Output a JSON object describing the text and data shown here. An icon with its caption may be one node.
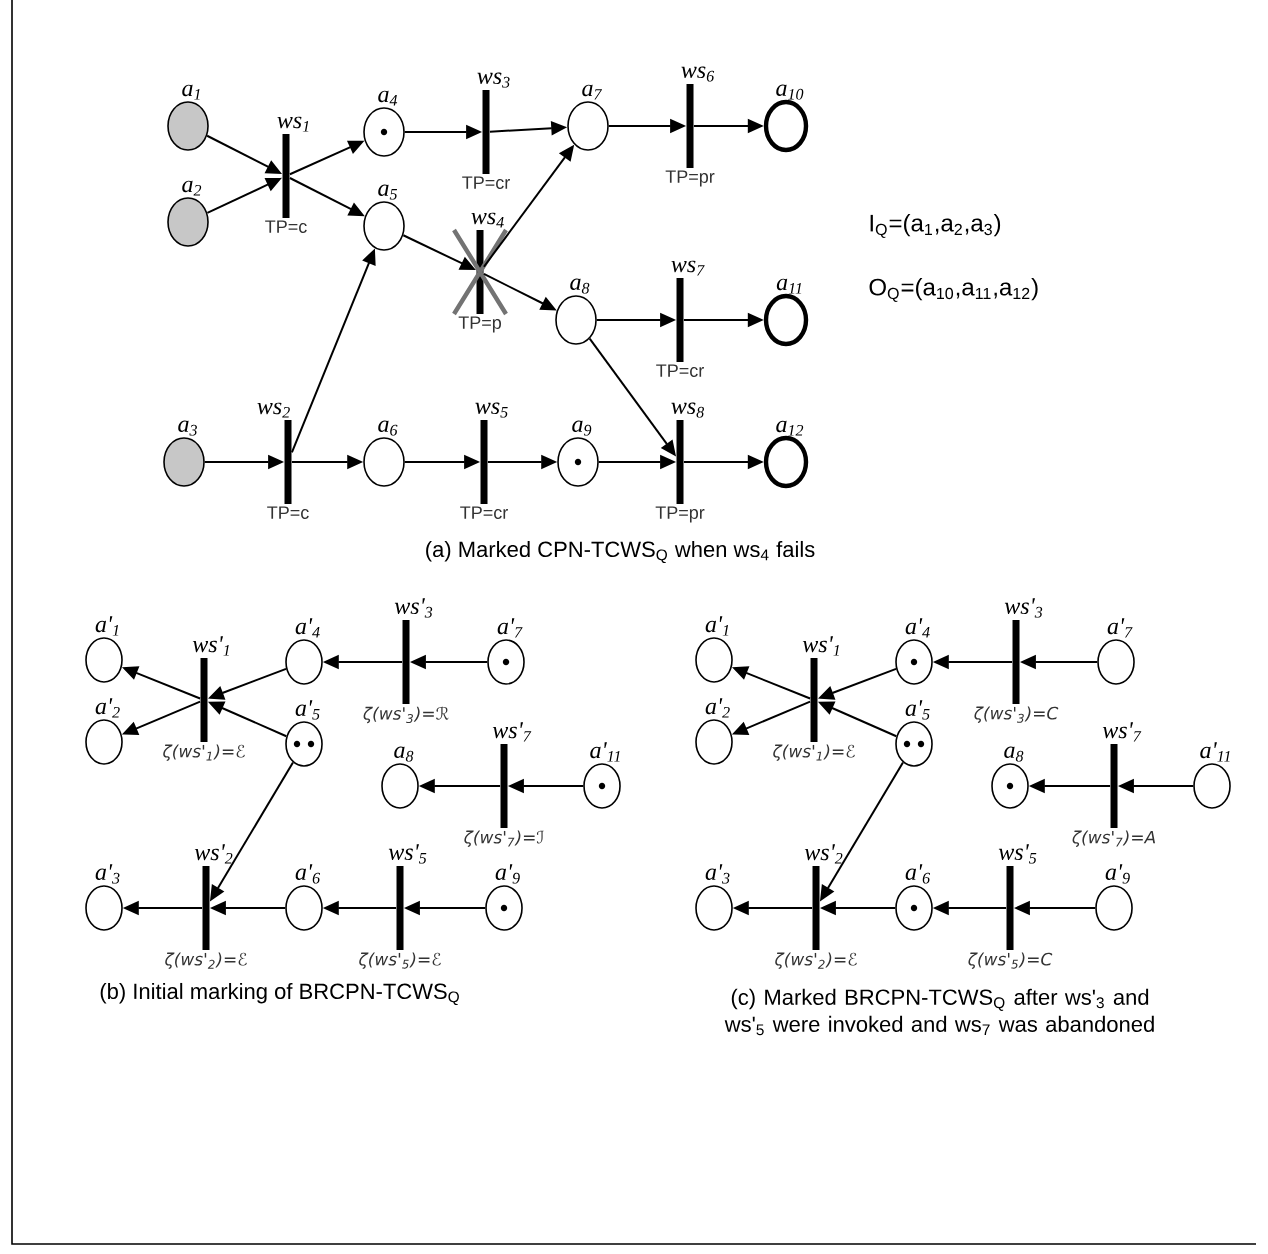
{
  "diagram": {
    "nodes": [
      {
        "text": [
          "a$_{1}$"
        ]
      },
      {
        "text": [
          "a$_{2}$"
        ]
      },
      {
        "text": [
          "a$_{3}$"
        ]
      },
      {
        "text": [
          "ws$_{1}$",
          "TP=c"
        ]
      },
      {
        "text": [
          "ws$_{2}$",
          "TP=c"
        ]
      },
      {
        "text": [
          "a$_{4}$"
        ]
      },
      {
        "text": [
          "a$_{5}$"
        ]
      },
      {
        "text": [
          "a$_{6}$"
        ]
      },
      {
        "text": [
          "ws$_{3}$",
          "TP=cr"
        ]
      },
      {
        "text": [
          "ws$_{4}$",
          "TP=p"
        ]
      },
      {
        "text": [
          "ws$_{5}$",
          "TP=cr"
        ]
      },
      {
        "text": [
          "a$_{7}$"
        ]
      },
      {
        "text": [
          "a$_{8}$"
        ]
      },
      {
        "text": [
          "a$_{9}$"
        ]
      },
      {
        "text": [
          "ws$_{6}$",
          "TP=pr"
        ]
      },
      {
        "text": [
          "ws$_{7}$",
          "TP=cr"
        ]
      },
      {
        "text": [
          "ws$_{8}$",
          "TP=pr"
        ]
      },
      {
        "text": [
          "a$_{10}$"
        ]
      },
      {
        "text": [
          "a$_{11}$"
        ]
      },
      {
        "text": [
          "a$_{12}$"
        ]
      },
      {
        "text": [
          "a'$_{1}$"
        ]
      },
      {
        "text": [
          "a'$_{2}$"
        ]
      },
      {
        "text": [
          "a'$_{3}$"
        ]
      },
      {
        "text": [
          "ws'$_{1}$",
          "ζ(ws'$_{1}$)=ℰ"
        ]
      },
      {
        "text": [
          "ws'$_{2}$",
          "ζ(ws'$_{2}$)=ℰ"
        ]
      },
      {
        "text": [
          "a'$_{4}$"
        ]
      },
      {
        "text": [
          "a'$_{5}$"
        ]
      },
      {
        "text": [
          "a'$_{6}$"
        ]
      },
      {
        "text": [
          "a$_{8}$"
        ]
      },
      {
        "text": [
          "ws'$_{3}$",
          "ζ(ws'$_{3}$)=ℛ"
        ]
      },
      {
        "text": [
          "ws'$_{5}$",
          "ζ(ws'$_{5}$)=ℰ"
        ]
      },
      {
        "text": [
          "ws'$_{7}$",
          "ζ(ws'$_{7}$)=ℐ"
        ]
      },
      {
        "text": [
          "a'$_{7}$"
        ]
      },
      {
        "text": [
          "a'$_{9}$"
        ]
      },
      {
        "text": [
          "a'$_{11}$"
        ]
      },
      {
        "text": [
          "a'$_{1}$"
        ]
      },
      {
        "text": [
          "a'$_{2}$"
        ]
      },
      {
        "text": [
          "a'$_{3}$"
        ]
      },
      {
        "text": [
          "ws'$_{1}$",
          "ζ(ws'$_{1}$)=ℰ"
        ]
      },
      {
        "text": [
          "ws'$_{2}$",
          "ζ(ws'$_{2}$)=ℰ"
        ]
      },
      {
        "text": [
          "a'$_{4}$"
        ]
      },
      {
        "text": [
          "a'$_{5}$"
        ]
      },
      {
        "text": [
          "a'$_{6}$"
        ]
      },
      {
        "text": [
          "a$_{8}$"
        ]
      },
      {
        "text": [
          "ws'$_{3}$",
          "ζ(ws'$_{3}$)=C"
        ]
      },
      {
        "text": [
          "ws'$_{5}$",
          "ζ(ws'$_{5}$)=C"
        ]
      },
      {
        "text": [
          "ws'$_{7}$",
          "ζ(ws'$_{7}$)=A"
        ]
      },
      {
        "text": [
          "a'$_{7}$"
        ]
      },
      {
        "text": [
          "a'$_{9}$"
        ]
      },
      {
        "text": [
          "a'$_{11}$"
        ]
      }
    ],
    "edges": [
      {
        "from": 0,
        "to": 3,
        "arrow": "to"
      },
      {
        "from": 1,
        "to": 3,
        "arrow": "to"
      },
      {
        "from": 3,
        "to": 5,
        "arrow": "to"
      },
      {
        "from": 3,
        "to": 6,
        "arrow": "to"
      },
      {
        "from": 5,
        "to": 8,
        "arrow": "to"
      },
      {
        "from": 8,
        "to": 11,
        "arrow": "to"
      },
      {
        "from": 11,
        "to": 14,
        "arrow": "to"
      },
      {
        "from": 14,
        "to": 17,
        "arrow": "to"
      },
      {
        "from": 6,
        "to": 9,
        "arrow": "to"
      },
      {
        "from": 9,
        "to": 11,
        "arrow": "to"
      },
      {
        "from": 9,
        "to": 12,
        "arrow": "to"
      },
      {
        "from": 12,
        "to": 15,
        "arrow": "to"
      },
      {
        "from": 15,
        "to": 18,
        "arrow": "to"
      },
      {
        "from": 12,
        "to": 16,
        "arrow": "to"
      },
      {
        "from": 2,
        "to": 4,
        "arrow": "to"
      },
      {
        "from": 4,
        "to": 6,
        "arrow": "to"
      },
      {
        "from": 4,
        "to": 7,
        "arrow": "to"
      },
      {
        "from": 7,
        "to": 10,
        "arrow": "to"
      },
      {
        "from": 10,
        "to": 13,
        "arrow": "to"
      },
      {
        "from": 13,
        "to": 16,
        "arrow": "to"
      },
      {
        "from": 16,
        "to": 19,
        "arrow": "to"
      },
      {
        "from": 23,
        "to": 20,
        "arrow": "to"
      },
      {
        "from": 23,
        "to": 21,
        "arrow": "to"
      },
      {
        "from": 25,
        "to": 23,
        "arrow": "to"
      },
      {
        "from": 26,
        "to": 23,
        "arrow": "to"
      },
      {
        "from": 32,
        "to": 29,
        "arrow": "to"
      },
      {
        "from": 29,
        "to": 25,
        "arrow": "to"
      },
      {
        "from": 34,
        "to": 31,
        "arrow": "to"
      },
      {
        "from": 31,
        "to": 28,
        "arrow": "to"
      },
      {
        "from": 33,
        "to": 30,
        "arrow": "to"
      },
      {
        "from": 30,
        "to": 27,
        "arrow": "to"
      },
      {
        "from": 27,
        "to": 24,
        "arrow": "to"
      },
      {
        "from": 26,
        "to": 24,
        "arrow": "to"
      },
      {
        "from": 24,
        "to": 22,
        "arrow": "to"
      },
      {
        "from": 38,
        "to": 35,
        "arrow": "to"
      },
      {
        "from": 38,
        "to": 36,
        "arrow": "to"
      },
      {
        "from": 40,
        "to": 38,
        "arrow": "to"
      },
      {
        "from": 41,
        "to": 38,
        "arrow": "to"
      },
      {
        "from": 47,
        "to": 44,
        "arrow": "to"
      },
      {
        "from": 44,
        "to": 40,
        "arrow": "to"
      },
      {
        "from": 49,
        "to": 46,
        "arrow": "to"
      },
      {
        "from": 46,
        "to": 43,
        "arrow": "to"
      },
      {
        "from": 48,
        "to": 45,
        "arrow": "to"
      },
      {
        "from": 45,
        "to": 42,
        "arrow": "to"
      },
      {
        "from": 42,
        "to": 39,
        "arrow": "to"
      },
      {
        "from": 41,
        "to": 39,
        "arrow": "to"
      },
      {
        "from": 39,
        "to": 37,
        "arrow": "to"
      }
    ],
    "labels": [
      "I$_{Q}$=(a$_{1}$,a$_{2}$,a$_{3}$)",
      "O$_{Q}$=(a$_{10}$,a$_{11}$,a$_{12}$)",
      "(a) Marked CPN-TCWS$_{Q}$ when ws$_{4}$ fails",
      "(b) Initial marking of BRCPN-TCWS$_{Q}$",
      "(c) Marked BRCPN-TCWS$_{Q}$ after ws'$_{3}$ and ws'$_{5}$ were invoked and ws$_{7}$ was abandoned"
    ]
  }
}
